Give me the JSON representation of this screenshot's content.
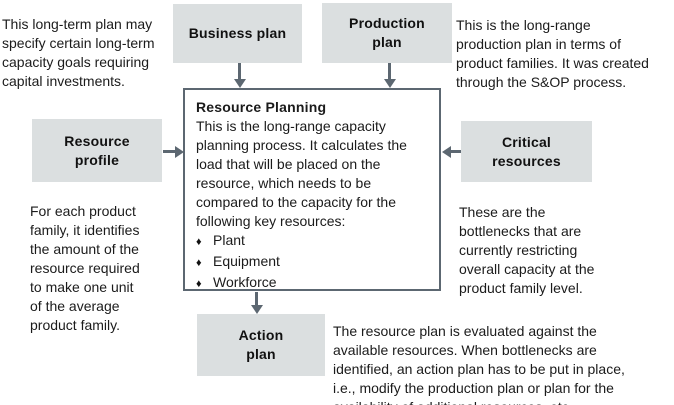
{
  "colors": {
    "box_fill": "#dbdfe0",
    "line_and_border": "#5c6771",
    "text": "#1b1b1b",
    "center_box_bg": "#ffffff"
  },
  "boxes": {
    "business_plan": {
      "label": "Business plan"
    },
    "production_plan": {
      "label": "Production\nplan"
    },
    "resource_profile": {
      "label": "Resource\nprofile"
    },
    "critical_resources": {
      "label": "Critical\nresources"
    },
    "action_plan": {
      "label": "Action\nplan"
    }
  },
  "center": {
    "title": "Resource Planning",
    "body": "This is the long-range capacity\nplanning process. It calculates the\nload that will be placed on the\nresource, which needs to be\ncompared to the capacity for the\nfollowing key resources:",
    "bullet_glyph": "♦",
    "bullets": [
      "Plant",
      "Equipment",
      "Workforce"
    ]
  },
  "annotations": {
    "business_plan_note": "This long-term plan may\nspecify certain long-term\ncapacity goals requiring\ncapital investments.",
    "production_plan_note": "This is the long-range\nproduction plan in terms of\nproduct families. It was created\nthrough the S&OP process.",
    "resource_profile_note": "For each product\nfamily, it identifies\nthe amount of the\nresource required\nto make one unit\nof the average\nproduct family.",
    "critical_resources_note": "These are the\nbottlenecks that are\ncurrently restricting\noverall capacity at the\nproduct family level.",
    "action_plan_note": "The resource plan is evaluated against the\navailable resources. When bottlenecks are\nidentified, an action plan has to be put in place,\ni.e., modify the production plan or plan for the\navailability of additional resources, etc."
  }
}
